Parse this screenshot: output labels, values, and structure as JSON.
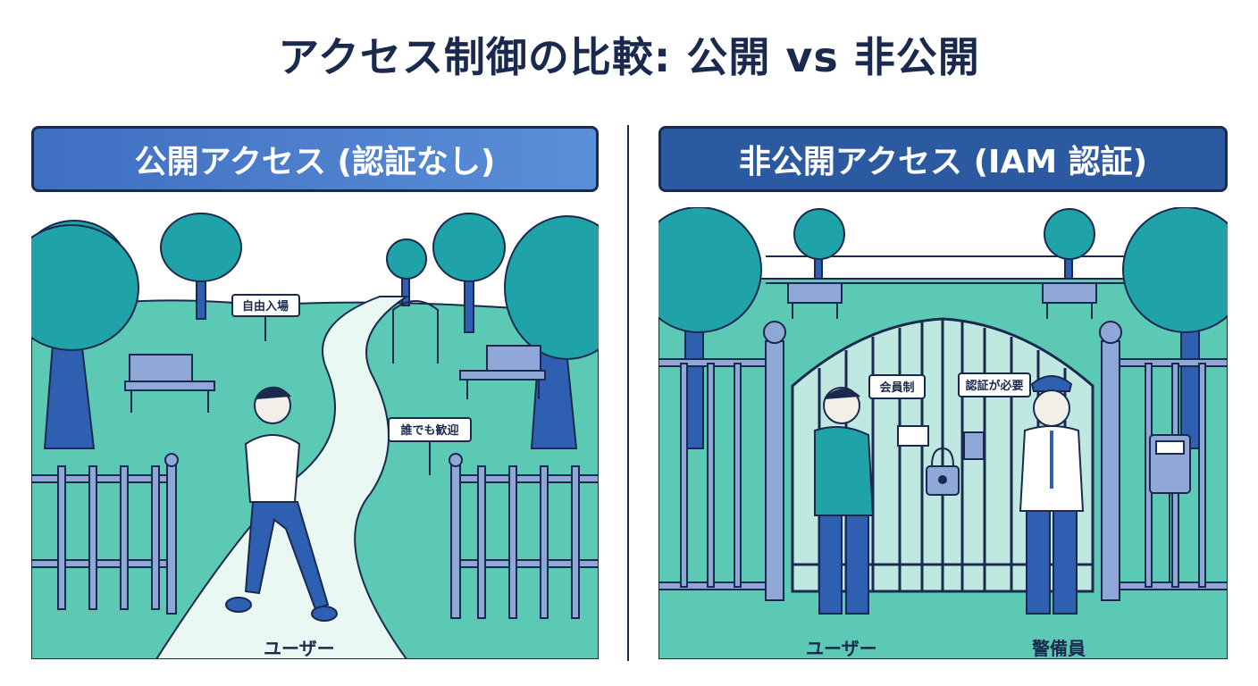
{
  "title": "アクセス制御の比較: 公開 vs 非公開",
  "left": {
    "banner": "公開アクセス (認証なし)",
    "signs": {
      "free_entry": "自由入場",
      "welcome": "誰でも歓迎"
    },
    "user_label": "ユーザー"
  },
  "right": {
    "banner": "非公開アクセス (IAM 認証)",
    "signs": {
      "members": "会員制",
      "auth_required": "認証が必要"
    },
    "user_label": "ユーザー",
    "guard_label": "警備員"
  },
  "colors": {
    "navy": "#1a2a4e",
    "teal": "#1fa3a8",
    "grass": "#5cc9b5",
    "blue": "#2f5fb0",
    "light": "#a9e6d8"
  }
}
